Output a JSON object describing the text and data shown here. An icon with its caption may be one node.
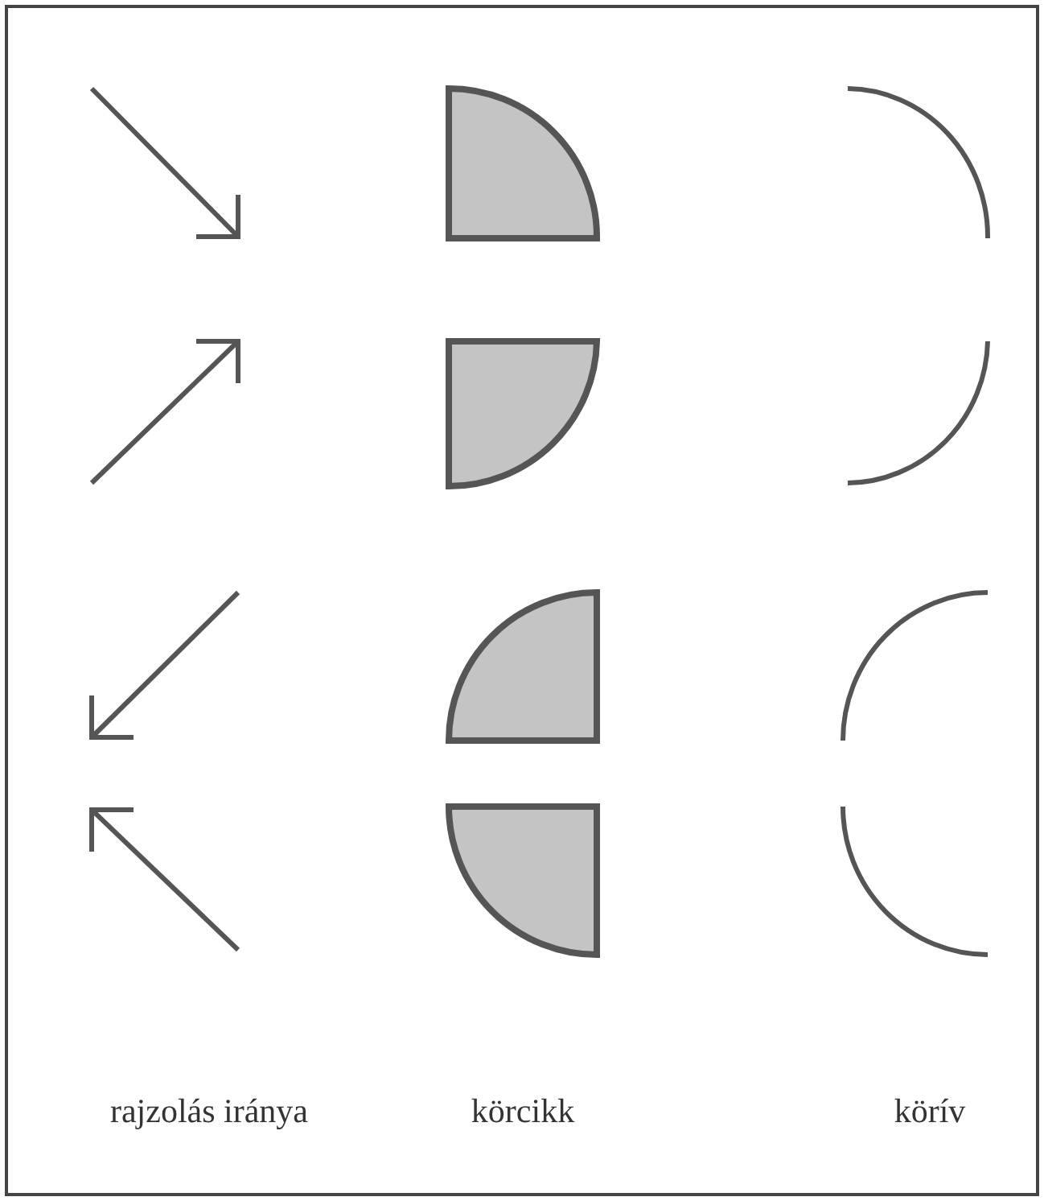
{
  "diagram": {
    "labels": [
      "rajzolás iránya",
      "körcikk",
      "körív"
    ]
  }
}
